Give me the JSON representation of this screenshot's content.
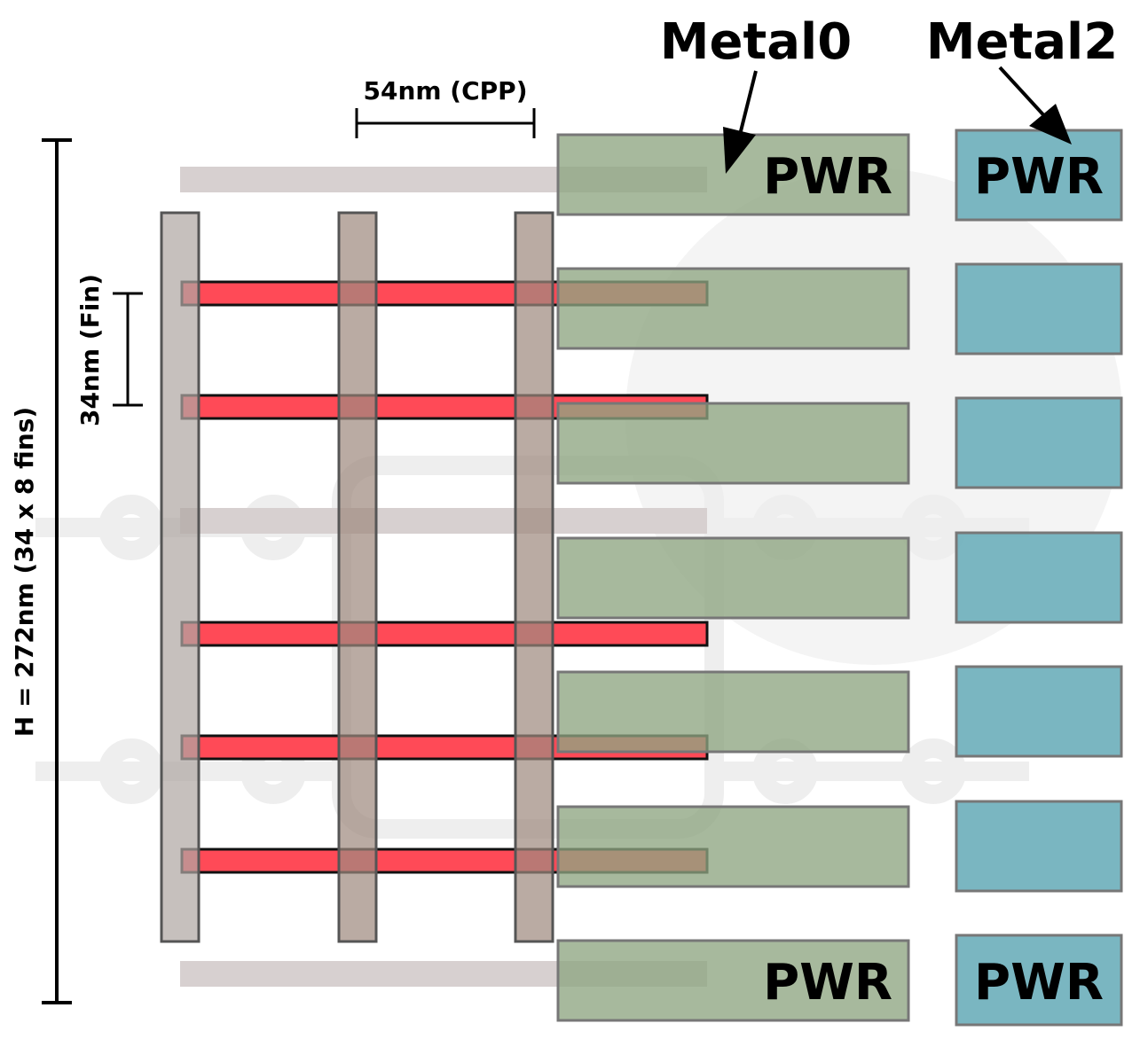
{
  "labels": {
    "metal0": "Metal0",
    "metal2": "Metal2",
    "cpp": "54nm (CPP)",
    "fin": "34nm (Fin)",
    "height": "H = 272nm (34 x 8 fins)"
  },
  "metal0_rails": [
    "PWR",
    "",
    "",
    "",
    "",
    "",
    "PWR"
  ],
  "metal2_rails": [
    "PWR",
    "",
    "",
    "",
    "",
    "",
    "PWR"
  ],
  "colors": {
    "fin_fill": "#ff4a57",
    "fin_stroke": "#111111",
    "gate_fill": "#a08a80",
    "dummy_fin": "#d7d0d0",
    "metal0_fill": "#8ea582",
    "metal2_fill": "#6fb0bc",
    "rect_stroke": "#777777",
    "watermark": "#eeeeee"
  }
}
